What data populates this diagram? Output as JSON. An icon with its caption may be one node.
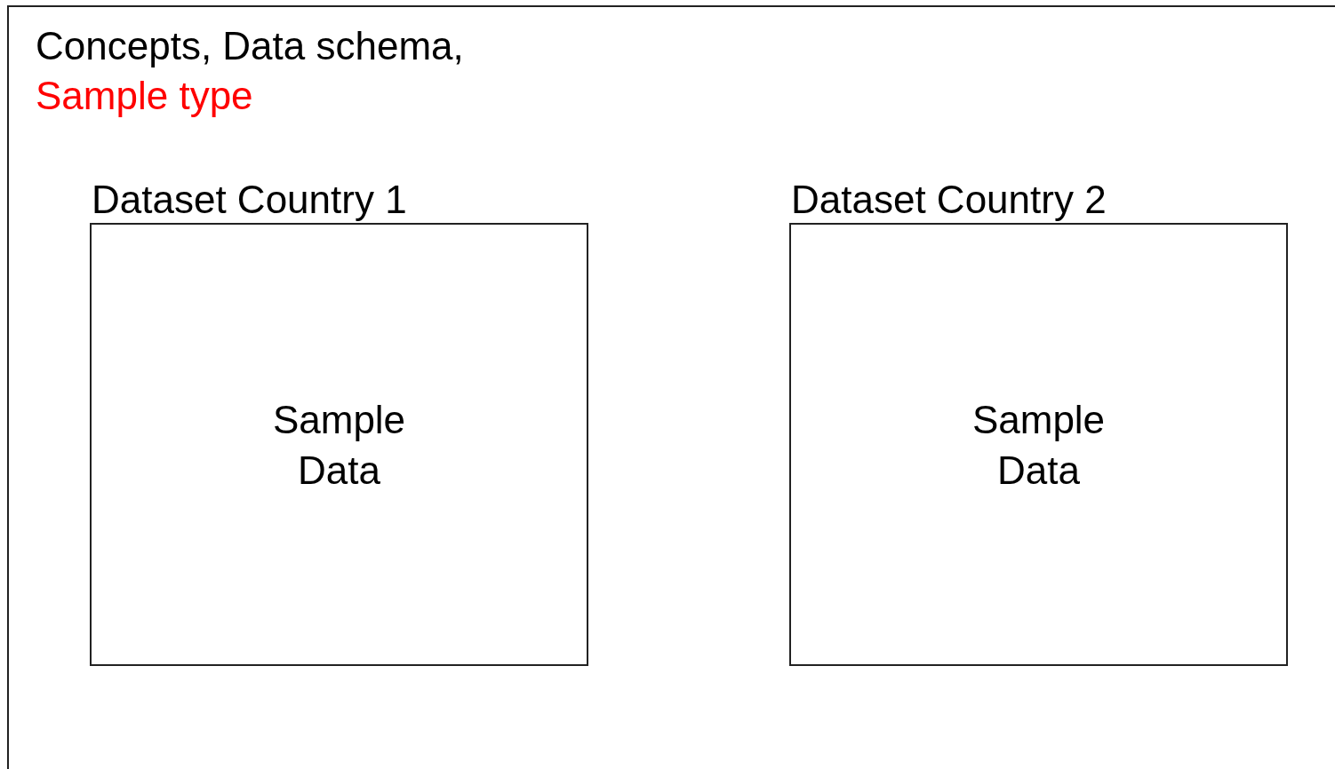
{
  "diagram": {
    "nodes": [
      {
        "text": [
          "Concepts, Data schema,",
          "Sample type"
        ]
      },
      {
        "text": [
          "Dataset Country 1",
          "Sample Data"
        ],
        "in": 0
      },
      {
        "text": [
          "Dataset Country 2",
          "Sample Data"
        ],
        "in": 0
      }
    ]
  }
}
